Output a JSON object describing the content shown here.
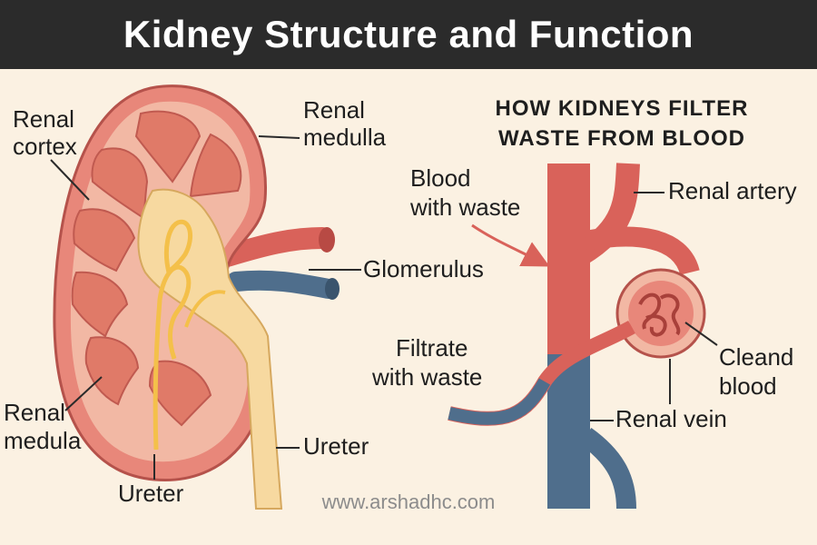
{
  "title": "Kidney Structure and Function",
  "subtitle": {
    "line1": "HOW KIDNEYS FILTER",
    "line2": "WASTE FROM BLOOD"
  },
  "labels": {
    "renal_cortex": [
      "Renal",
      "cortex"
    ],
    "renal_medulla_top": [
      "Renal",
      "medulla"
    ],
    "glomerulus": "Glomerulus",
    "renal_medula_bottom": [
      "Renal",
      "medula"
    ],
    "ureter_bottom": "Ureter",
    "ureter_right": "Ureter",
    "blood_with_waste": [
      "Blood",
      "with waste"
    ],
    "renal_artery": "Renal artery",
    "filtrate_with_waste": [
      "Filtrate",
      "with waste"
    ],
    "cleand_blood": [
      "Cleand",
      "blood"
    ],
    "renal_vein": "Renal vein"
  },
  "watermark": "www.arshadhc.com",
  "colors": {
    "background": "#fbf1e2",
    "title_bar": "#2b2b2b",
    "artery_red": "#d9625a",
    "vein_blue": "#4f6e8c",
    "cortex_pink": "#f2b8a4",
    "pyramid_red": "#e07a68",
    "pelvis_yellow": "#f7d9a0"
  }
}
